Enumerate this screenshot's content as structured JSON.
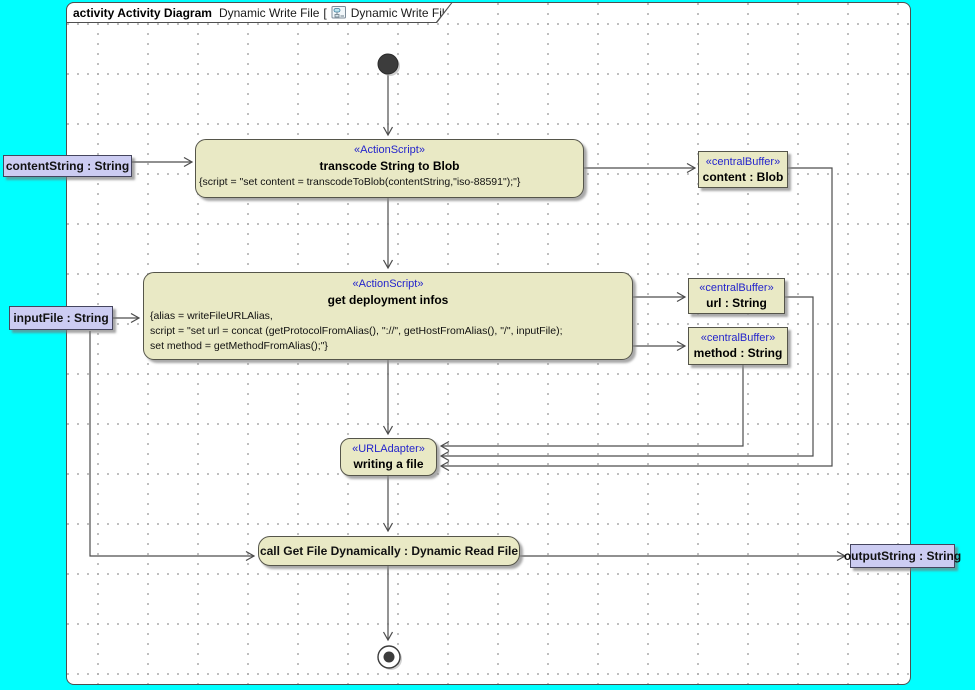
{
  "frame": {
    "title_keyword": "activity Activity Diagram",
    "title_name": "Dynamic Write File",
    "bracket_open": "[",
    "title_ref": "Dynamic Write File",
    "bracket_close": "]"
  },
  "nodes": {
    "action_transcode": {
      "stereotype": "«ActionScript»",
      "name": "transcode String to Blob",
      "script_lines": [
        "{script = \"set content = transcodeToBlob(contentString,\"iso-88591\");\"}"
      ]
    },
    "action_deploy": {
      "stereotype": "«ActionScript»",
      "name": "get deployment infos",
      "script_lines": [
        "{alias = writeFileURLAlias,",
        "script = \"set url = concat (getProtocolFromAlias(), \"://\", getHostFromAlias(), \"/\", inputFile);",
        "set method = getMethodFromAlias();\"}"
      ]
    },
    "buffer_content": {
      "stereotype": "«centralBuffer»",
      "name": "content : Blob"
    },
    "buffer_url": {
      "stereotype": "«centralBuffer»",
      "name": "url : String"
    },
    "buffer_method": {
      "stereotype": "«centralBuffer»",
      "name": "method : String"
    },
    "adapter_writing": {
      "stereotype": "«URLAdapter»",
      "name": "writing a file"
    },
    "call_action": {
      "name": "call Get File Dynamically : Dynamic Read File"
    },
    "param_contentstring": {
      "name": "contentString : String"
    },
    "param_inputfile": {
      "name": "inputFile : String"
    },
    "param_outputstring": {
      "name": "outputString : String"
    }
  },
  "colors": {
    "desktop_background": "#00ffff",
    "node_fill": "#e9e9c5",
    "parameter_fill": "#ccccf2",
    "stereotype_text": "#2424cc",
    "edge_stroke": "#4d4d4d"
  }
}
